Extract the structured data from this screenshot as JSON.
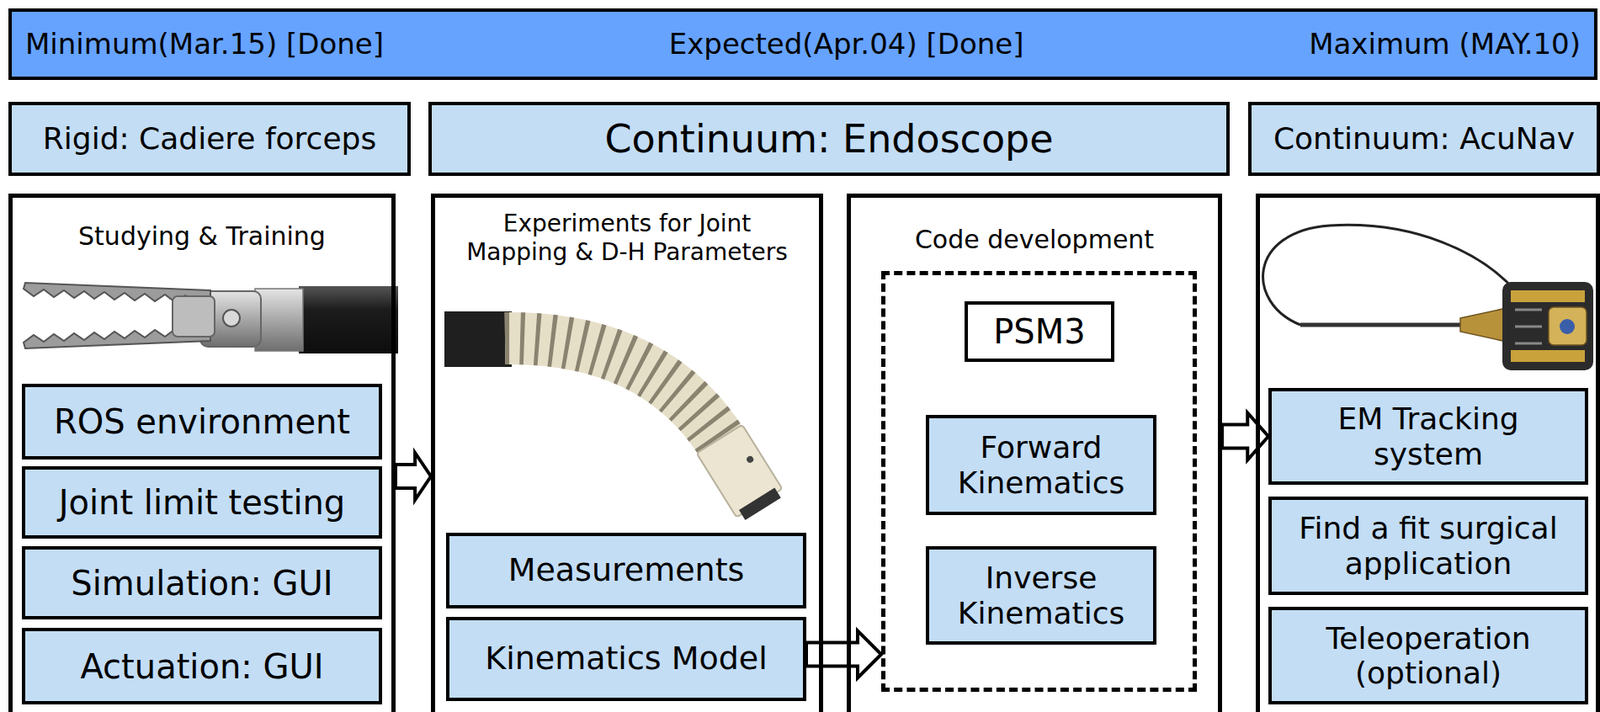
{
  "diagram": {
    "nodes": [
      {
        "text": [
          "Minimum(Mar.15) [Done]",
          "Expected(Apr.04) [Done]",
          "Maximum (MAY.10)"
        ]
      },
      {
        "text": [
          "Rigid: Cadiere forceps"
        ]
      },
      {
        "text": [
          "Continuum: Endoscope"
        ]
      },
      {
        "text": [
          "Continuum: AcuNav"
        ]
      },
      {
        "text": [
          "Studying & Training"
        ]
      },
      {
        "text": [
          "ROS environment"
        ],
        "in": 4
      },
      {
        "text": [
          "Joint limit testing"
        ],
        "in": 4
      },
      {
        "text": [
          "Simulation: GUI"
        ],
        "in": 4
      },
      {
        "text": [
          "Actuation: GUI"
        ],
        "in": 4
      },
      {
        "text": [
          "Experiments for Joint Mapping & D-H Parameters"
        ]
      },
      {
        "text": [
          "Measurements"
        ],
        "in": 9
      },
      {
        "text": [
          "Kinematics Model"
        ],
        "in": 9
      },
      {
        "text": [
          "Code development"
        ]
      },
      {
        "text": [],
        "in": 12
      },
      {
        "text": [
          "PSM3"
        ],
        "in": 13
      },
      {
        "text": [
          "Forward Kinematics"
        ],
        "in": 13
      },
      {
        "text": [
          "Inverse Kinematics"
        ],
        "in": 13
      },
      {
        "text": []
      },
      {
        "text": [
          "EM Tracking system"
        ],
        "in": 17
      },
      {
        "text": [
          "Find a fit surgical application"
        ],
        "in": 17
      },
      {
        "text": [
          "Teleoperation (optional)"
        ],
        "in": 17
      }
    ],
    "edges": [
      {
        "from": 4,
        "to": 9,
        "arrow": "to"
      },
      {
        "from": 11,
        "to": 13,
        "arrow": "to"
      },
      {
        "from": 12,
        "to": 18,
        "arrow": "to"
      }
    ]
  }
}
